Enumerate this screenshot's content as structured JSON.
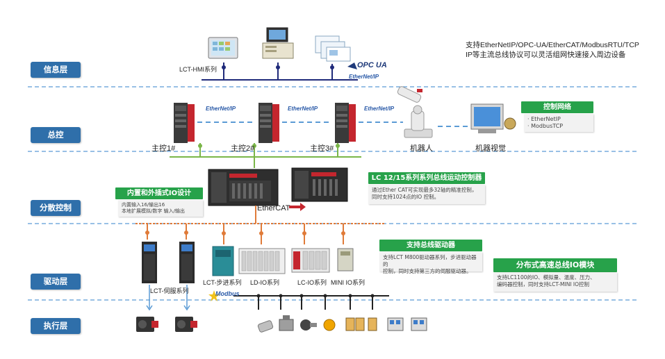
{
  "layers": [
    {
      "name": "信息层"
    },
    {
      "name": "总控"
    },
    {
      "name": "分散控制"
    },
    {
      "name": "驱动层"
    },
    {
      "name": "执行层"
    }
  ],
  "description": "支持EtherNetIP/OPC-UA/EtherCAT/ModbusRTU/TCP IP等主流总线协议可以灵活组网快速接入周边设备",
  "info_layer": {
    "hmi_label": "LCT-HMI系列",
    "opcua_logo": "OPC UA",
    "ethernetip_logo": "EtherNet/IP"
  },
  "master_layer": {
    "controllers": [
      "主控1#",
      "主控2#",
      "主控3#"
    ],
    "robot": "机器人",
    "vision": "机器视觉",
    "network_logo": "EtherNet/IP",
    "network_callout": {
      "title": "控制网络",
      "items": [
        "· EtherNetIP",
        "· ModbusTCP"
      ]
    }
  },
  "distributed_layer": {
    "ethercat_logo": "EtherCAT",
    "io_callout": {
      "title": "内置和外插式IO设计",
      "lines": [
        "内置输入16/输出16",
        "本地扩展模拟/数字 输入/输出"
      ]
    },
    "lc_callout": {
      "title": "LC 12/15系列系列总线运动控制器",
      "lines": [
        "通过Ether CAT可实现最多32轴的精准控制，",
        "同时支持1024点的IO 控制。"
      ]
    }
  },
  "drive_layer": {
    "servo_label": "LCT-伺服系列",
    "stepper_label": "LCT-步进系列",
    "ldio_label": "LD-IO系列",
    "lcio_label": "LC-IO系列",
    "miniio_label": "MINI IO系列",
    "modbus_logo": "Modbus",
    "drive_callout": {
      "title": "支持总线驱动器",
      "lines": [
        "支持LCT M800驱动器系列，步进驱动器的",
        "控制，同时支持第三方的伺服驱动器。"
      ]
    },
    "io_callout": {
      "title": "分布式高速总线IO模块",
      "lines": [
        "支持LC1100的IO、模拟量、温度、压力、",
        "编码器控制，同时支持LCT-MINI IO控制"
      ]
    }
  },
  "colors": {
    "layer_label_bg": "#2f6faa",
    "dashed_separator": "#5b9bd5",
    "green_bus": "#7ab648",
    "navy_bus": "#1f2a7a",
    "orange_bus": "#e07b39",
    "dark_bus": "#222222",
    "callout_green": "#27a24a"
  }
}
